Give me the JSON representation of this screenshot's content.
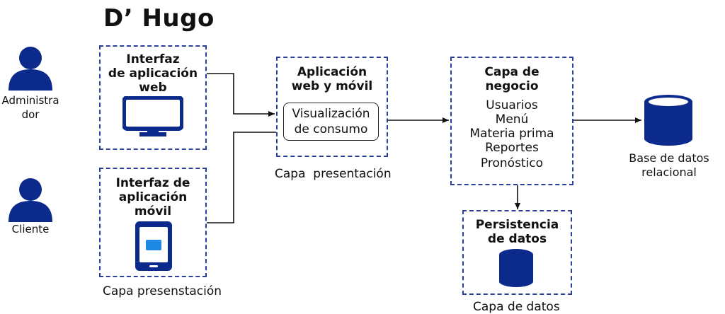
{
  "title": "D’ Hugo",
  "users": {
    "admin": {
      "label_line1": "Administra",
      "label_line2": "dor",
      "icon": "person-icon"
    },
    "client": {
      "label": "Cliente",
      "icon": "person-icon"
    }
  },
  "web_interface": {
    "line1": "Interfaz",
    "line2": "de aplicación",
    "line3": "web",
    "icon": "monitor-icon"
  },
  "mobile_interface": {
    "line1": "Interfaz de",
    "line2": "aplicación",
    "line3": "móvil",
    "icon": "tablet-icon"
  },
  "left_caption": "Capa presenstación",
  "app_box": {
    "line1": "Aplicación",
    "line2": "web y móvil",
    "inner_line1": "Visualización",
    "inner_line2": "de consumo"
  },
  "middle_caption": "Capa  presentación",
  "business": {
    "title_line1": "Capa de",
    "title_line2": "negocio",
    "items": [
      "Usuarios",
      "Menú",
      "Materia prima",
      "Reportes",
      "Pronóstico"
    ]
  },
  "database": {
    "label_line1": "Base de datos",
    "label_line2": "relacional",
    "icon": "database-icon"
  },
  "persistence": {
    "line1": "Persistencia",
    "line2": "de datos",
    "icon": "database-icon"
  },
  "data_caption": "Capa de datos",
  "colors": {
    "icon_blue": "#0b2a8c",
    "dash_blue": "#2b3f9a",
    "tablet_screen": "#1e88e5"
  }
}
